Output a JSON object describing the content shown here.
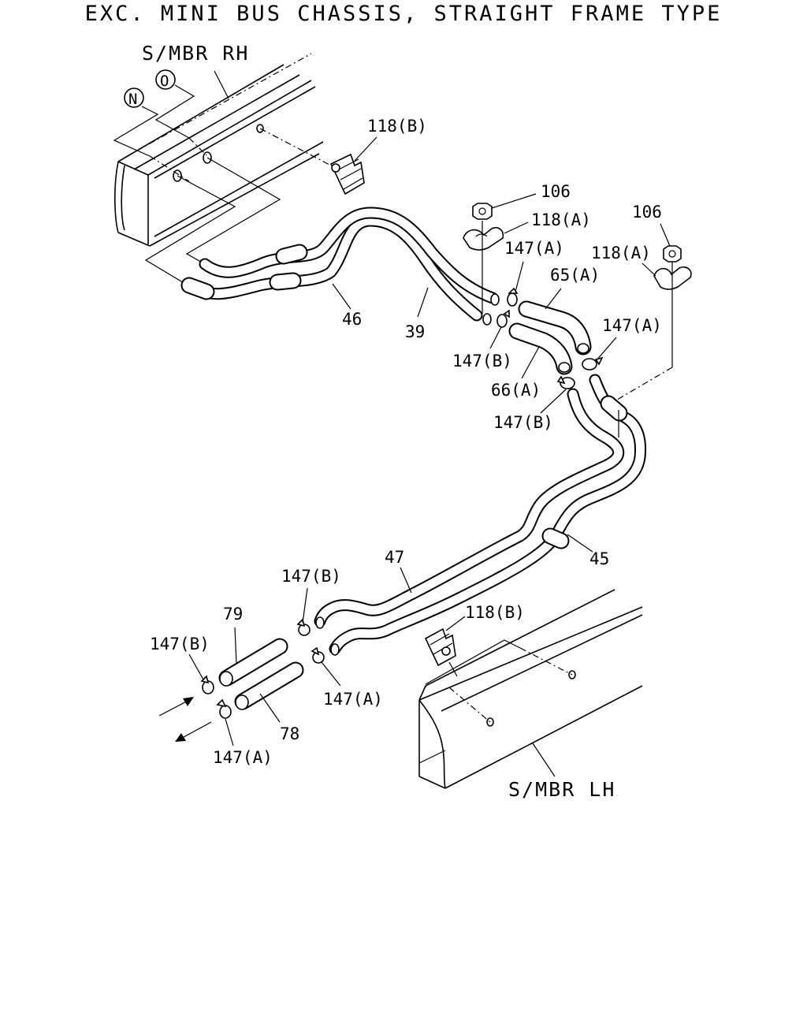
{
  "title": "EXC. MINI BUS CHASSIS, STRAIGHT FRAME TYPE",
  "frame_labels": {
    "rh": "S/MBR RH",
    "lh": "S/MBR LH"
  },
  "reference_markers": {
    "n": "N",
    "o": "O"
  },
  "callouts": {
    "c118b_top": "118(B)",
    "c106_a": "106",
    "c118a_a": "118(A)",
    "c106_b": "106",
    "c118a_b": "118(A)",
    "c147a_1": "147(A)",
    "c65a": "65(A)",
    "c147a_2": "147(A)",
    "c46": "46",
    "c39": "39",
    "c147b_1": "147(B)",
    "c66a": "66(A)",
    "c147b_2": "147(B)",
    "c45": "45",
    "c47": "47",
    "c147b_3": "147(B)",
    "c118b_bottom": "118(B)",
    "c79": "79",
    "c147b_4": "147(B)",
    "c147a_3": "147(A)",
    "c78": "78",
    "c147a_4": "147(A)"
  }
}
